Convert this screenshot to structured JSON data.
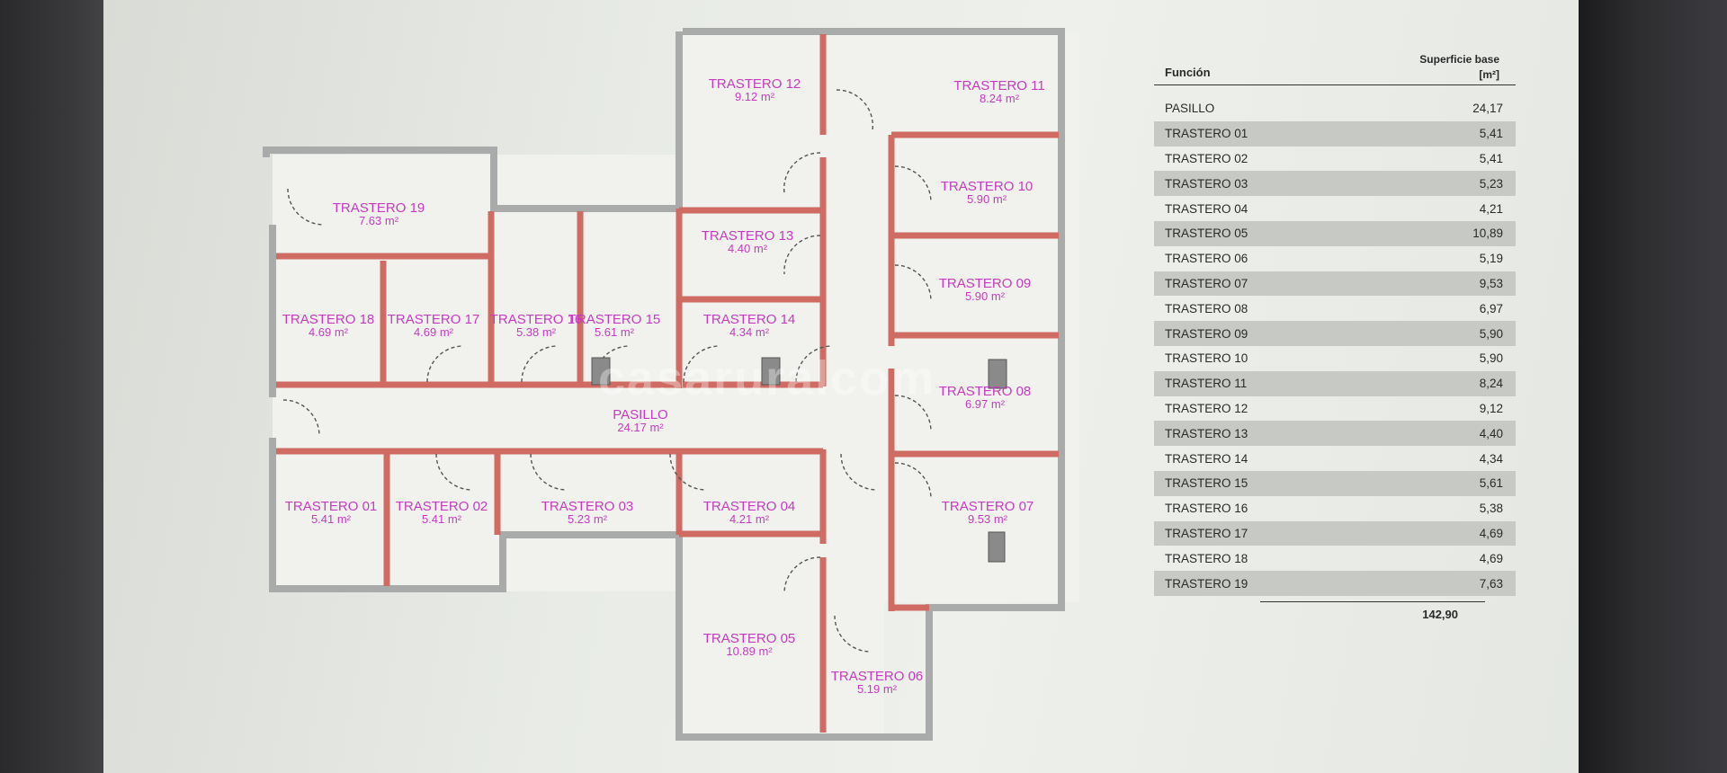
{
  "rooms": [
    {
      "name": "TRASTERO 12",
      "area": "9.12 m²"
    },
    {
      "name": "TRASTERO 11",
      "area": "8.24 m²"
    },
    {
      "name": "TRASTERO 19",
      "area": "7.63 m²"
    },
    {
      "name": "TRASTERO 10",
      "area": "5.90 m²"
    },
    {
      "name": "TRASTERO 13",
      "area": "4.40 m²"
    },
    {
      "name": "TRASTERO 09",
      "area": "5.90 m²"
    },
    {
      "name": "TRASTERO 18",
      "area": "4.69 m²"
    },
    {
      "name": "TRASTERO 17",
      "area": "4.69 m²"
    },
    {
      "name": "TRASTERO 16",
      "area": "5.38 m²"
    },
    {
      "name": "TRASTERO 15",
      "area": "5.61 m²"
    },
    {
      "name": "TRASTERO 14",
      "area": "4.34 m²"
    },
    {
      "name": "TRASTERO 08",
      "area": "6.97 m²"
    },
    {
      "name": "PASILLO",
      "area": "24.17 m²"
    },
    {
      "name": "TRASTERO 01",
      "area": "5.41 m²"
    },
    {
      "name": "TRASTERO 02",
      "area": "5.41 m²"
    },
    {
      "name": "TRASTERO 03",
      "area": "5.23 m²"
    },
    {
      "name": "TRASTERO 04",
      "area": "4.21 m²"
    },
    {
      "name": "TRASTERO 07",
      "area": "9.53 m²"
    },
    {
      "name": "TRASTERO 05",
      "area": "10.89 m²"
    },
    {
      "name": "TRASTERO 06",
      "area": "5.19 m²"
    }
  ],
  "table": {
    "header_function": "Función",
    "header_area_line1": "Superficie base",
    "header_area_line2": "[m²]",
    "rows": [
      {
        "name": "PASILLO",
        "value": "24,17"
      },
      {
        "name": "TRASTERO 01",
        "value": "5,41"
      },
      {
        "name": "TRASTERO 02",
        "value": "5,41"
      },
      {
        "name": "TRASTERO 03",
        "value": "5,23"
      },
      {
        "name": "TRASTERO 04",
        "value": "4,21"
      },
      {
        "name": "TRASTERO 05",
        "value": "10,89"
      },
      {
        "name": "TRASTERO 06",
        "value": "5,19"
      },
      {
        "name": "TRASTERO 07",
        "value": "9,53"
      },
      {
        "name": "TRASTERO 08",
        "value": "6,97"
      },
      {
        "name": "TRASTERO 09",
        "value": "5,90"
      },
      {
        "name": "TRASTERO 10",
        "value": "5,90"
      },
      {
        "name": "TRASTERO 11",
        "value": "8,24"
      },
      {
        "name": "TRASTERO 12",
        "value": "9,12"
      },
      {
        "name": "TRASTERO 13",
        "value": "4,40"
      },
      {
        "name": "TRASTERO 14",
        "value": "4,34"
      },
      {
        "name": "TRASTERO 15",
        "value": "5,61"
      },
      {
        "name": "TRASTERO 16",
        "value": "5,38"
      },
      {
        "name": "TRASTERO 17",
        "value": "4,69"
      },
      {
        "name": "TRASTERO 18",
        "value": "4,69"
      },
      {
        "name": "TRASTERO 19",
        "value": "7,63"
      }
    ],
    "total": "142,90"
  },
  "colors": {
    "exterior_wall": "#a9abab",
    "partition_wall": "#cf6b63",
    "label": "#c63bc0",
    "door": "#555555"
  }
}
